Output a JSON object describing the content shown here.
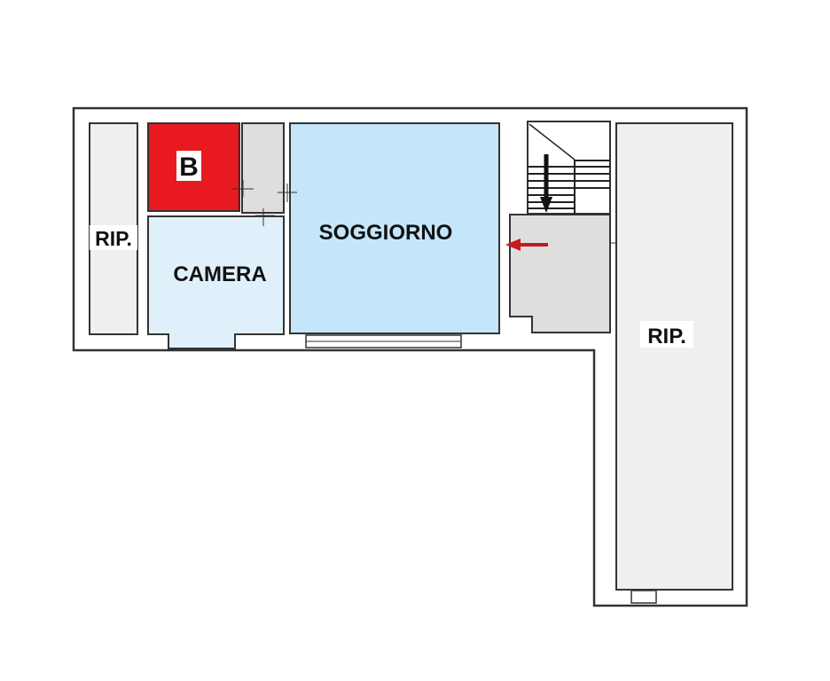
{
  "plan": {
    "rooms": {
      "rip_left": {
        "label": "RIP."
      },
      "bath": {
        "label": "B"
      },
      "camera": {
        "label": "CAMERA"
      },
      "soggiorno": {
        "label": "SOGGIORNO"
      },
      "rip_right": {
        "label": "RIP."
      }
    },
    "colors": {
      "storage": "#efefef",
      "bath": "#e8191f",
      "camera": "#dff0fb",
      "soggiorno": "#c4e6fb",
      "circulation": "#dedede",
      "entrance_arrow": "#c8191f"
    }
  }
}
